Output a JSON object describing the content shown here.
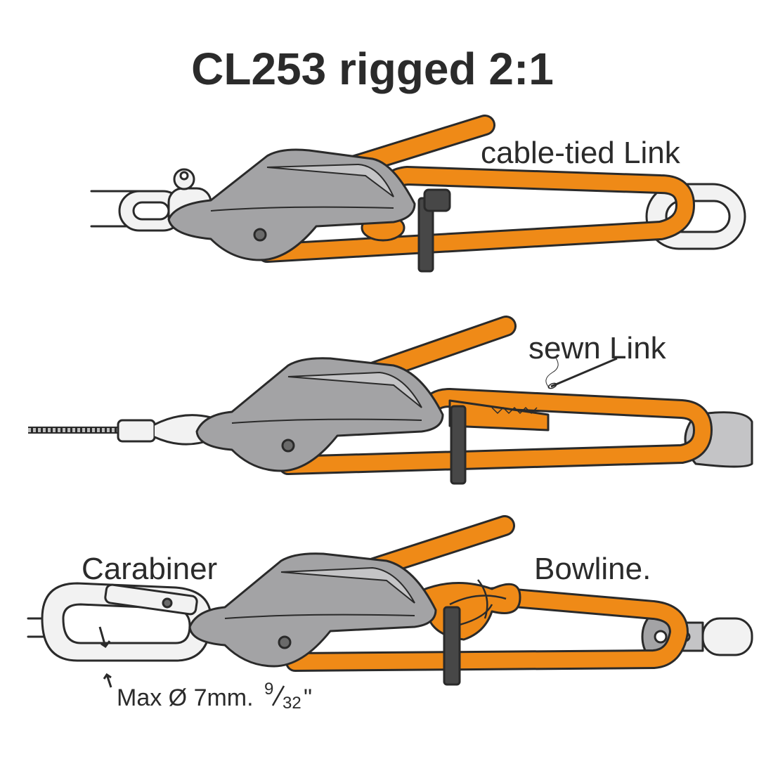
{
  "title": "CL253 rigged 2:1",
  "panels": [
    {
      "label": "cable-tied Link"
    },
    {
      "label": "sewn Link"
    },
    {
      "label_left": "Carabiner",
      "label_right": "Bowline.",
      "note": "Max Ø 7mm.",
      "note_fraction_num": "9",
      "note_fraction_den": "32",
      "note_suffix": "\""
    }
  ],
  "colors": {
    "rope_orange": "#ef8a17",
    "cleat_grey": "#a3a3a5",
    "cleat_light": "#c4c4c6",
    "outline": "#2a2a2a",
    "metal_white": "#f2f2f2",
    "tie_dark": "#474747"
  }
}
